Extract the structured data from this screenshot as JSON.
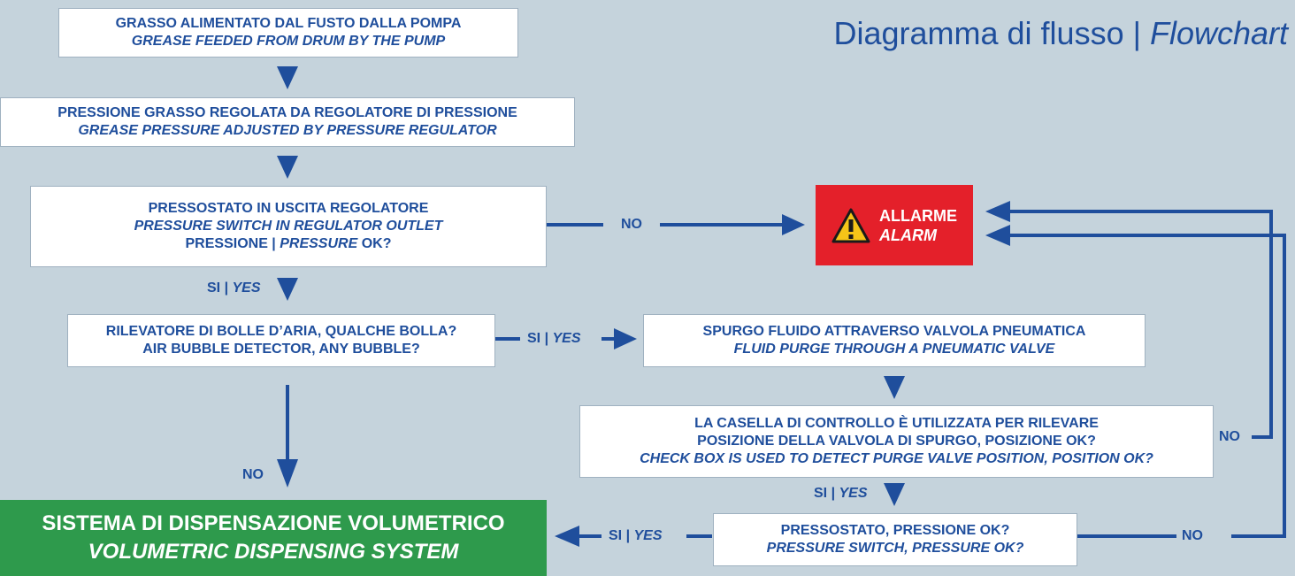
{
  "title": {
    "main": "Diagramma di flusso | ",
    "italic": "Flowchart"
  },
  "step1": {
    "it": "GRASSO ALIMENTATO DAL FUSTO DALLA POMPA",
    "en": "GREASE FEEDED FROM DRUM BY THE PUMP"
  },
  "step2": {
    "it": "PRESSIONE GRASSO REGOLATA DA REGOLATORE DI PRESSIONE",
    "en": "GREASE PRESSURE ADJUSTED BY PRESSURE REGULATOR"
  },
  "step3": {
    "it": "PRESSOSTATO IN USCITA REGOLATORE",
    "en": "PRESSURE SWITCH IN REGULATOR OUTLET",
    "q_a": "PRESSIONE | ",
    "q_b": "PRESSURE",
    "q_c": " OK?"
  },
  "step4": {
    "it_a": "RILEVATORE DI BOLLE D’ARIA, ",
    "it_b": "QUALCHE BOLLA?",
    "en_a": "AIR BUBBLE DETECTOR, ",
    "en_b": "ANY BUBBLE?"
  },
  "step5": {
    "it": "SPURGO FLUIDO ATTRAVERSO VALVOLA PNEUMATICA",
    "en": "FLUID PURGE THROUGH A PNEUMATIC VALVE"
  },
  "step6": {
    "l1": "LA CASELLA DI CONTROLLO È UTILIZZATA PER RILEVARE",
    "l2_a": "POSIZIONE DELLA VALVOLA DI SPURGO, ",
    "l2_b": "POSIZIONE OK?",
    "l3_a": "CHECK BOX IS USED TO DETECT PURGE VALVE POSITION, ",
    "l3_b": "POSITION OK?"
  },
  "step7": {
    "it": "PRESSOSTATO, PRESSIONE OK?",
    "en_a": "PRESSURE SWITCH, ",
    "en_b": "PRESSURE OK?"
  },
  "alarm": {
    "it": "ALLARME",
    "en": "ALARM"
  },
  "final": {
    "it": "SISTEMA DI DISPENSAZIONE VOLUMETRICO",
    "en": "VOLUMETRIC DISPENSING SYSTEM"
  },
  "labels": {
    "no": "NO",
    "si": "SI | ",
    "yes": "YES"
  },
  "colors": {
    "background": "#c5d3dc",
    "primary": "#1f4e9c",
    "alarm": "#e4202a",
    "final": "#2e9a4c",
    "warning": "#f5c518"
  }
}
